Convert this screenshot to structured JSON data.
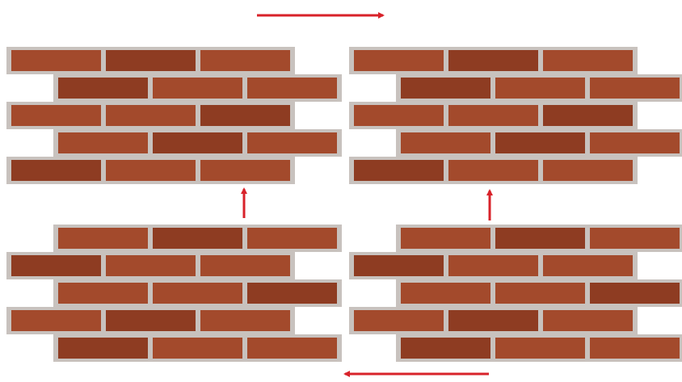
{
  "colors": {
    "background": "#ffffff",
    "mortar": "#c8c2be",
    "brick": "#a34a2c",
    "brick_dark": "#8e3c22",
    "arrow": "#d8222a"
  },
  "panels": [
    {
      "name": "panel-top-left",
      "shape": "offset-right"
    },
    {
      "name": "panel-top-right",
      "shape": "offset-right"
    },
    {
      "name": "panel-bottom-left",
      "shape": "offset-left"
    },
    {
      "name": "panel-bottom-right",
      "shape": "offset-left"
    }
  ],
  "arrows": [
    {
      "name": "arrow-top-right",
      "direction": "right",
      "from": "panel-top-left",
      "to": "panel-top-right"
    },
    {
      "name": "arrow-bottom-left-up",
      "direction": "up",
      "from": "panel-bottom-left",
      "to": "panel-top-left"
    },
    {
      "name": "arrow-bottom-right-up",
      "direction": "up",
      "from": "panel-bottom-right",
      "to": "panel-top-right"
    },
    {
      "name": "arrow-bottom-left",
      "direction": "left",
      "from": "panel-bottom-right",
      "to": "panel-bottom-left"
    }
  ]
}
